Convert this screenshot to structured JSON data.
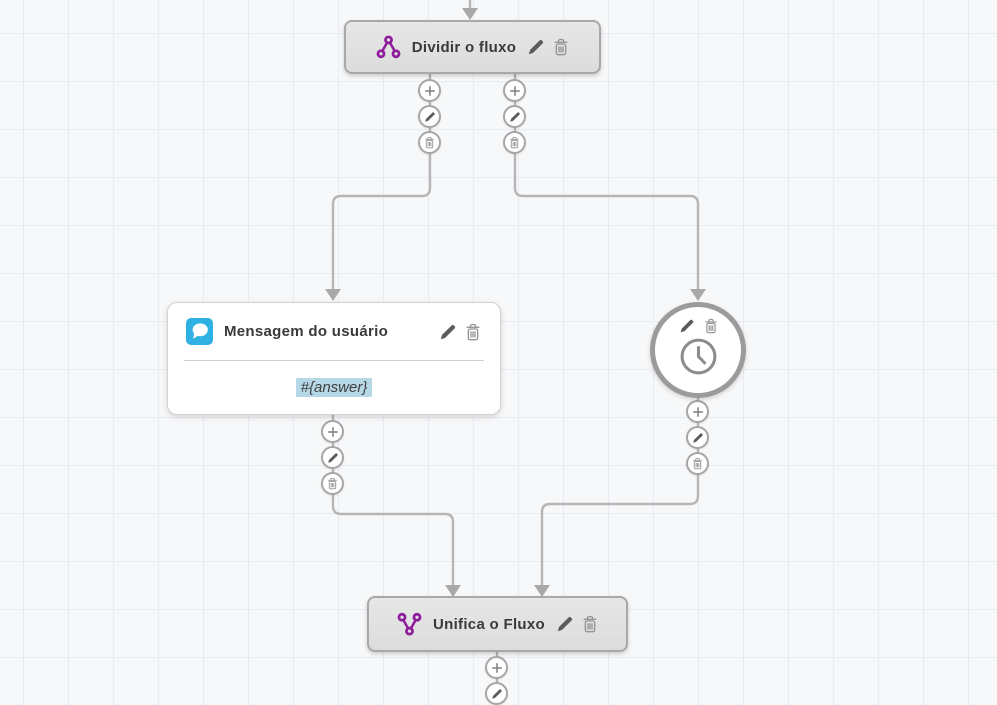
{
  "canvas": {
    "background": "#f7f8f9",
    "grid_line_color": "#e9ebf2",
    "connector_color": "#b6b6b6"
  },
  "theme": {
    "node_purple": "#8e1d9b",
    "chat_icon_blue": "#2fb1e3",
    "variable_highlight_blue": "#b6d8e6",
    "node_gray_background": "#e2e2e2",
    "title_text_color": "#3a3a3a"
  },
  "nodes": {
    "split": {
      "title": "Dividir o fluxo",
      "icon": "split-flow-icon",
      "actions": [
        "pencil-icon",
        "trash-icon"
      ],
      "outgoing_branches": 2
    },
    "user_message": {
      "title": "Mensagem do usuário",
      "icon": "chat-bubble-icon",
      "body": "#{answer}",
      "actions": [
        "pencil-icon",
        "trash-icon"
      ]
    },
    "timer": {
      "icon": "clock-icon",
      "actions": [
        "pencil-icon",
        "trash-icon"
      ]
    },
    "merge": {
      "title": "Unifica o Fluxo",
      "icon": "merge-flow-icon",
      "actions": [
        "pencil-icon",
        "trash-icon"
      ]
    }
  },
  "connector_buttons": [
    "plus-icon",
    "pencil-icon",
    "trash-icon"
  ]
}
